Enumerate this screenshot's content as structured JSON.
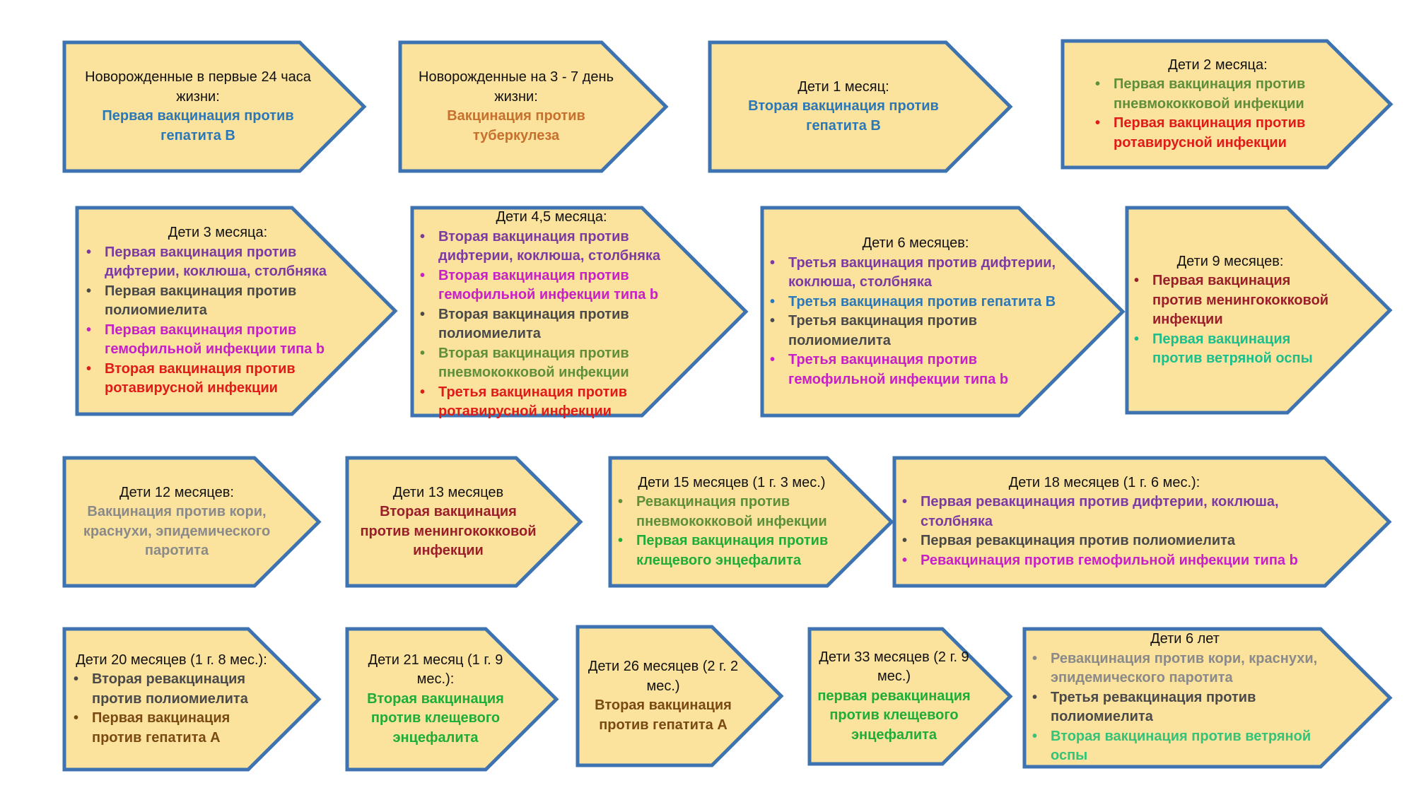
{
  "colors": {
    "fill": "#fbe29d",
    "stroke": "#3e73b2",
    "text": "#111111"
  },
  "boxes": [
    {
      "id": "b1",
      "title": "Новорожденные в первые 24 часа жизни:",
      "lines": [
        {
          "text": "Первая вакцинация против гепатита B",
          "color": "#2b78b8"
        }
      ]
    },
    {
      "id": "b2",
      "title": "Новорожденные на 3 - 7 день жизни:",
      "lines": [
        {
          "text": "Вакцинация против туберкулеза",
          "color": "#c8702e"
        }
      ]
    },
    {
      "id": "b3",
      "title": "Дети 1 месяц:",
      "lines": [
        {
          "text": "Вторая вакцинация против гепатита B",
          "color": "#2b78b8"
        }
      ]
    },
    {
      "id": "b4",
      "title": "Дети 2 месяца:",
      "items": [
        {
          "text": "Первая вакцинация против пневмококковой инфекции",
          "color": "#5f8f3a"
        },
        {
          "text": "Первая вакцинация против ротавирусной инфекции",
          "color": "#e11a1a"
        }
      ]
    },
    {
      "id": "b5",
      "title": "Дети 3 месяца:",
      "items": [
        {
          "text": "Первая вакцинация против дифтерии, коклюша, столбняка",
          "color": "#7d3aa3"
        },
        {
          "text": "Первая вакцинация против полиомиелита",
          "color": "#4a4a4a"
        },
        {
          "text": "Первая вакцинация против гемофильной инфекции типа b",
          "color": "#c81fc8"
        },
        {
          "text": "Вторая вакцинация против ротавирусной инфекции",
          "color": "#e11a1a"
        }
      ]
    },
    {
      "id": "b6",
      "title": "Дети 4,5 месяца:",
      "items": [
        {
          "text": "Вторая вакцинация против дифтерии, коклюша, столбняка",
          "color": "#7d3aa3"
        },
        {
          "text": "Вторая вакцинация против гемофильной инфекции типа b",
          "color": "#c81fc8"
        },
        {
          "text": "Вторая вакцинация против полиомиелита",
          "color": "#4a4a4a"
        },
        {
          "text": "Вторая вакцинация против пневмококковой инфекции",
          "color": "#5f8f3a"
        },
        {
          "text": "Третья вакцинация против ротавирусной инфекции",
          "color": "#e11a1a"
        }
      ]
    },
    {
      "id": "b7",
      "title": "Дети 6 месяцев:",
      "items": [
        {
          "text": "Третья вакцинация против дифтерии, коклюша, столбняка",
          "color": "#7d3aa3"
        },
        {
          "text": "Третья вакцинация против гепатита B",
          "color": "#2b78b8"
        },
        {
          "text": "Третья вакцинация против полиомиелита",
          "color": "#4a4a4a"
        },
        {
          "text": "Третья вакцинация против гемофильной инфекции типа b",
          "color": "#c81fc8"
        }
      ]
    },
    {
      "id": "b8",
      "title": "Дети 9 месяцев:",
      "items": [
        {
          "text": "Первая вакцинация против менингококковой инфекции",
          "color": "#9a1f2a"
        },
        {
          "text": "Первая вакцинация против ветряной оспы",
          "color": "#19c08e"
        }
      ]
    },
    {
      "id": "b9",
      "title": "Дети 12 месяцев:",
      "lines": [
        {
          "text": "Вакцинация против кори, краснухи, эпидемического паротита",
          "color": "#8a8a8a"
        }
      ]
    },
    {
      "id": "b10",
      "title": "Дети 13 месяцев",
      "lines": [
        {
          "text": "Вторая вакцинация против менингококковой инфекции",
          "color": "#9a1f2a"
        }
      ]
    },
    {
      "id": "b11",
      "title": "Дети 15 месяцев (1 г. 3 мес.)",
      "items": [
        {
          "text": "Ревакцинация против пневмококковой инфекции",
          "color": "#5f8f3a"
        },
        {
          "text": "Первая вакцинация против клещевого энцефалита",
          "color": "#1fad3a"
        }
      ]
    },
    {
      "id": "b12",
      "title": "Дети 18 месяцев (1 г. 6 мес.):",
      "items": [
        {
          "text": "Первая ревакцинация против дифтерии, коклюша, столбняка",
          "color": "#7d3aa3"
        },
        {
          "text": "Первая ревакцинация против полиомиелита",
          "color": "#4a4a4a"
        },
        {
          "text": "Ревакцинация против гемофильной инфекции типа b",
          "color": "#c81fc8"
        }
      ]
    },
    {
      "id": "b13",
      "title": "Дети 20 месяцев (1 г. 8 мес.):",
      "items": [
        {
          "text": "Вторая ревакцинация против полиомиелита",
          "color": "#4a4a4a"
        },
        {
          "text": "Первая вакцинация против гепатита A",
          "color": "#7a4a14"
        }
      ]
    },
    {
      "id": "b14",
      "title": "Дети 21 месяц (1 г. 9 мес.):",
      "lines": [
        {
          "text": "Вторая вакцинация против клещевого энцефалита",
          "color": "#1fad3a"
        }
      ]
    },
    {
      "id": "b15",
      "title": "Дети 26 месяцев (2 г. 2 мес.)",
      "lines": [
        {
          "text": "Вторая вакцинация против гепатита A",
          "color": "#7a4a14"
        }
      ]
    },
    {
      "id": "b16",
      "title": "Дети 33 месяцев (2 г. 9 мес.)",
      "lines": [
        {
          "text": "первая ревакцинация против клещевого энцефалита",
          "color": "#1fad3a"
        }
      ]
    },
    {
      "id": "b17",
      "title": "Дети 6 лет",
      "items": [
        {
          "text": "Ревакцинация против кори, краснухи, эпидемического паротита",
          "color": "#8a8a8a"
        },
        {
          "text": "Третья ревакцинация против полиомиелита",
          "color": "#4a4a4a"
        },
        {
          "text": "Вторая вакцинация против ветряной оспы",
          "color": "#33c47a"
        }
      ]
    }
  ]
}
